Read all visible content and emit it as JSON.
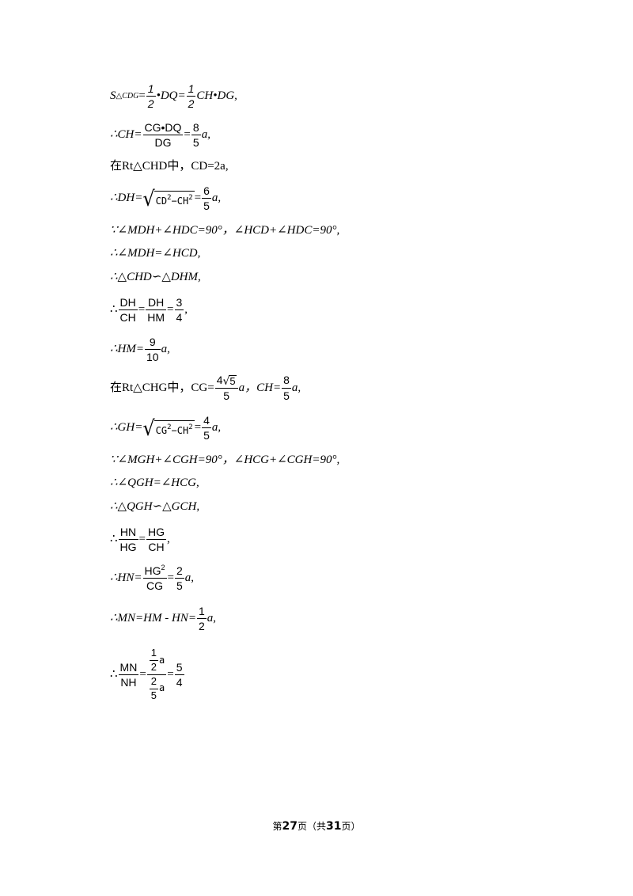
{
  "lines": {
    "l1": {
      "s": "S",
      "sub": "△CDG",
      "eq1": "=",
      "f1n": "1",
      "f1d": "2",
      "t1": "•DQ=",
      "f2n": "1",
      "f2d": "2",
      "t2": "CH•DG,"
    },
    "l2": {
      "pre": "∴CH=",
      "fn": "CG•DQ",
      "fd": "DG",
      "eq": "=",
      "f2n": "8",
      "f2d": "5",
      "post": "a,"
    },
    "l3": {
      "text": "在Rt△CHD中，CD=2a,"
    },
    "l4": {
      "pre": "∴DH=",
      "rad": "CD",
      "sq1": "2",
      "minus": "−CH",
      "sq2": "2",
      "eq": "=",
      "fn": "6",
      "fd": "5",
      "post": "a,"
    },
    "l5": {
      "text": "∵∠MDH+∠HDC=90°，∠HCD+∠HDC=90°,"
    },
    "l6": {
      "text": "∴∠MDH=∠HCD,"
    },
    "l7": {
      "text": "∴△CHD∽△DHM,"
    },
    "l8": {
      "pre": "∴",
      "f1n": "DH",
      "f1d": "CH",
      "eq1": "=",
      "f2n": "DH",
      "f2d": "HM",
      "eq2": "=",
      "f3n": "3",
      "f3d": "4",
      "post": ","
    },
    "l9": {
      "pre": "∴HM=",
      "fn": "9",
      "fd": "10",
      "post": "a,"
    },
    "l10": {
      "pre": "在Rt△CHG中，CG=",
      "f1n_coef": "4",
      "f1n_rad": "5",
      "f1d": "5",
      "mid": "a，CH=",
      "f2n": "8",
      "f2d": "5",
      "post": "a,"
    },
    "l11": {
      "pre": "∴GH=",
      "rad": "CG",
      "sq1": "2",
      "minus": "−CH",
      "sq2": "2",
      "eq": "=",
      "fn": "4",
      "fd": "5",
      "post": "a,"
    },
    "l12": {
      "text": "∵∠MGH+∠CGH=90°，∠HCG+∠CGH=90°,"
    },
    "l13": {
      "text": "∴∠QGH=∠HCG,"
    },
    "l14": {
      "text": "∴△QGH∽△GCH,"
    },
    "l15": {
      "pre": "∴",
      "f1n": "HN",
      "f1d": "HG",
      "eq": "=",
      "f2n": "HG",
      "f2d": "CH",
      "post": ","
    },
    "l16": {
      "pre": "∴HN=",
      "f1n": "HG",
      "f1sup": "2",
      "f1d": "CG",
      "eq": "=",
      "f2n": "2",
      "f2d": "5",
      "post": "a,"
    },
    "l17": {
      "pre": "∴MN=HM - HN=",
      "fn": "1",
      "fd": "2",
      "post": "a,"
    },
    "l18": {
      "pre": "∴",
      "f1n": "MN",
      "f1d": "NH",
      "eq1": "=",
      "top_n": "1",
      "top_d": "2",
      "top_a": "a",
      "bot_n": "2",
      "bot_d": "5",
      "bot_a": "a",
      "eq2": "=",
      "f3n": "5",
      "f3d": "4"
    }
  },
  "footer": {
    "pre": "第",
    "page": "27",
    "mid": "页（共",
    "total": "31",
    "post": "页）"
  }
}
